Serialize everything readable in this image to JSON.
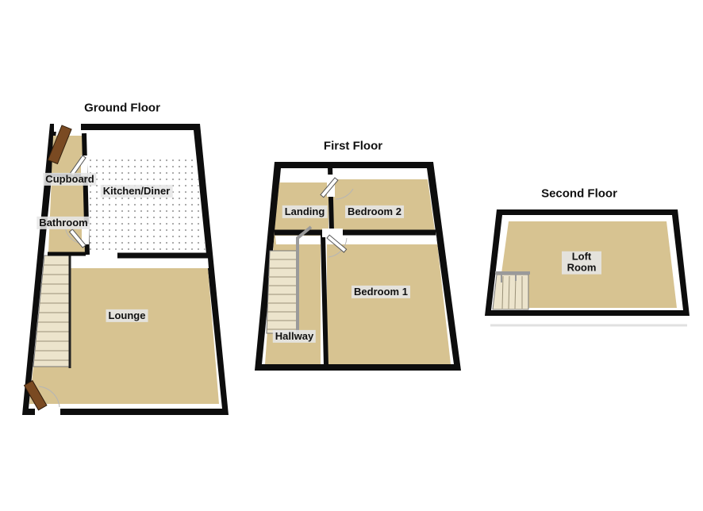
{
  "diagram": {
    "type": "floorplan",
    "background": "#ffffff"
  },
  "colors": {
    "wall": "#0d0d0d",
    "inner_wall_face": "#ffffff",
    "floor_tan": "#d7c391",
    "stairs": "#ece4cc",
    "kitchen_floor": "#ffffff",
    "kitchen_dot": "#909090",
    "door_wood": "#7a4a22",
    "door_white": "#ffffff",
    "railing": "#9a9a9a",
    "label_bg": "#e6e6e6"
  },
  "floors": [
    {
      "title": "Ground Floor",
      "rooms": [
        {
          "label": "Cupboard"
        },
        {
          "label": "Kitchen/Diner"
        },
        {
          "label": "Bathroom"
        },
        {
          "label": "Lounge"
        }
      ]
    },
    {
      "title": "First Floor",
      "rooms": [
        {
          "label": "Landing"
        },
        {
          "label": "Bedroom 2"
        },
        {
          "label": "Bedroom 1"
        },
        {
          "label": "Hallway"
        }
      ]
    },
    {
      "title": "Second Floor",
      "rooms": [
        {
          "label": "Loft Room"
        }
      ]
    }
  ]
}
